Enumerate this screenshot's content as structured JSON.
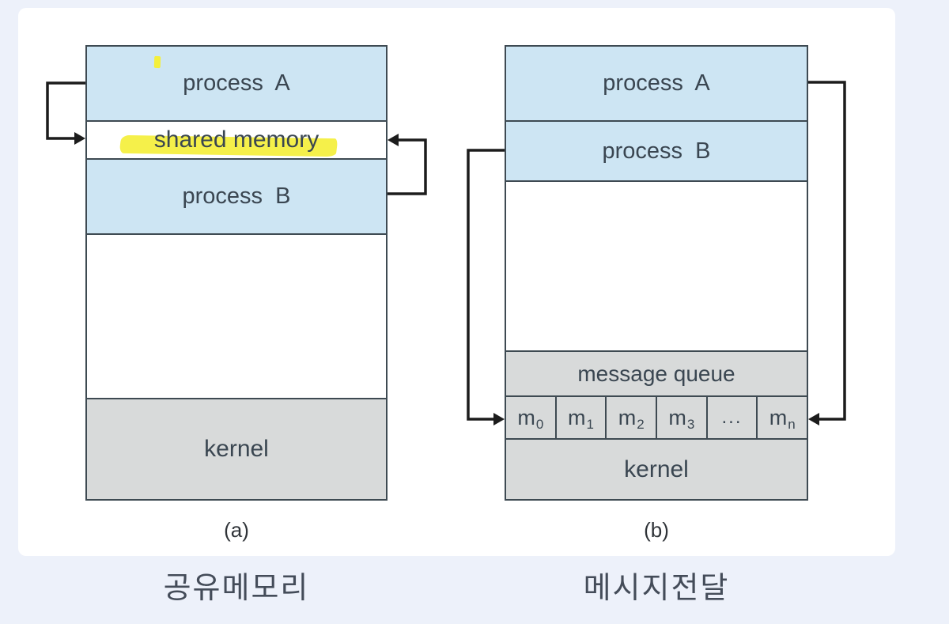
{
  "colors": {
    "page_bg": "#edf1fa",
    "card_bg": "#ffffff",
    "process_fill": "#cde5f3",
    "kernel_fill": "#d8dada",
    "box_border": "#3e4a52",
    "arrow_color": "#1c1c1c",
    "highlight_yellow": "#f4ef3b",
    "text_dark": "#3a4651",
    "label_color": "#2f3338",
    "caption_color": "#444c59"
  },
  "diagram_a": {
    "sections": {
      "process_a": "process  A",
      "shared_memory": "shared memory",
      "process_b": "process  B",
      "kernel": "kernel"
    },
    "label": "(a)",
    "caption": "공유메모리"
  },
  "diagram_b": {
    "sections": {
      "process_a": "process  A",
      "process_b": "process  B",
      "message_queue": "message queue",
      "kernel": "kernel"
    },
    "queue_cells": [
      {
        "base": "m",
        "sub": "0"
      },
      {
        "base": "m",
        "sub": "1"
      },
      {
        "base": "m",
        "sub": "2"
      },
      {
        "base": "m",
        "sub": "3"
      },
      {
        "base": "...",
        "sub": ""
      },
      {
        "base": "m",
        "sub": "n"
      }
    ],
    "label": "(b)",
    "caption": "메시지전달"
  }
}
